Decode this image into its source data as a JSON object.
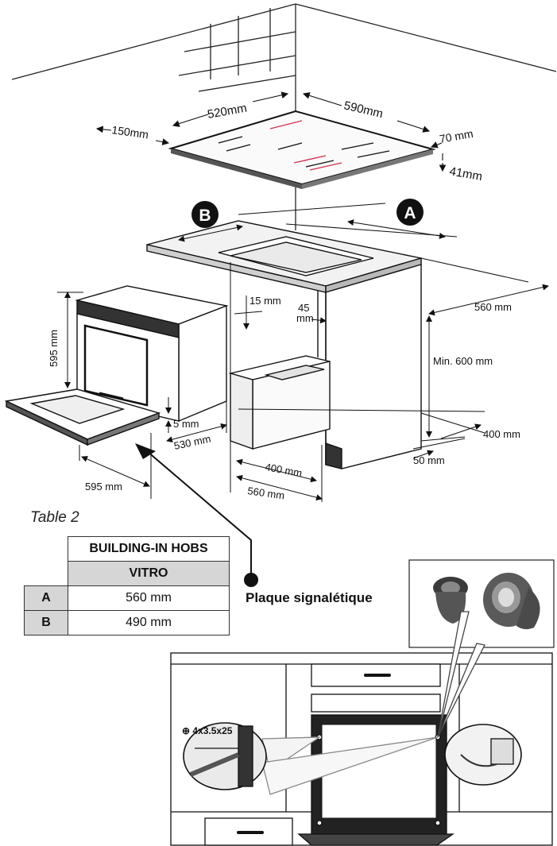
{
  "hob_dimensions": {
    "width": "520mm",
    "depth": "590mm",
    "left_clearance": "150mm",
    "right_clearance": "70 mm",
    "thickness": "41mm"
  },
  "cutout_markers": {
    "a": "A",
    "b": "B"
  },
  "cabinet_dimensions": {
    "top_gap": "15 mm",
    "gap_45": "45",
    "gap_45_unit": "mm",
    "depth_right": "560 mm",
    "min_height": "Min. 600 mm",
    "base_depth": "400 mm",
    "base_offset": "50 mm",
    "oven_height": "595 mm",
    "oven_gap": "5 mm",
    "oven_depth": "530 mm",
    "oven_width": "595 mm",
    "inner_width": "400 mm",
    "outer_width": "560 mm"
  },
  "table": {
    "caption": "Table 2",
    "header": "BUILDING-IN HOBS",
    "subheader": "VITRO",
    "rows": [
      {
        "key": "A",
        "value": "560 mm"
      },
      {
        "key": "B",
        "value": "490 mm"
      }
    ]
  },
  "plaque_label": "Plaque signalétique",
  "screw_label": "⊕ 4x3.5x25"
}
